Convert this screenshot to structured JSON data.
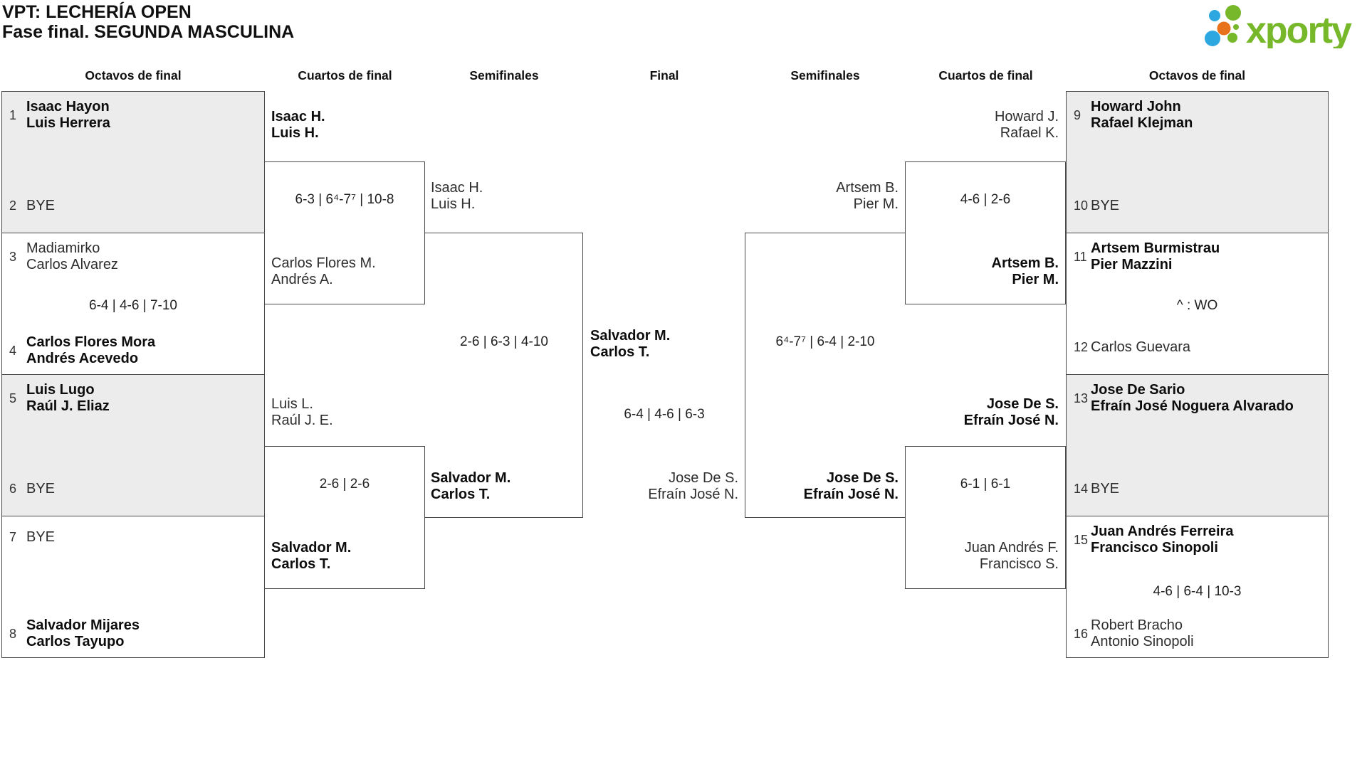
{
  "title": {
    "line1": "VPT: LECHERÍA OPEN",
    "line2": "Fase final. SEGUNDA MASCULINA"
  },
  "logo": {
    "brand": "xporty",
    "green": "#76b82a",
    "blue": "#2da7df",
    "orange": "#e8721c"
  },
  "round_headers": {
    "octavos_left": "Octavos de final",
    "cuartos_left": "Cuartos de final",
    "semi_left": "Semifinales",
    "final": "Final",
    "semi_right": "Semifinales",
    "cuartos_right": "Cuartos de final",
    "octavos_right": "Octavos de final"
  },
  "bracket": {
    "octavos_left": [
      {
        "top_seed": "1",
        "top_lines": [
          "Isaac Hayon",
          "Luis Herrera"
        ],
        "bottom_seed": "2",
        "bottom_lines": [
          "BYE"
        ],
        "score": null
      },
      {
        "top_seed": "3",
        "top_lines": [
          "Madiamirko",
          "Carlos Alvarez"
        ],
        "bottom_seed": "4",
        "bottom_lines": [
          "Carlos Flores Mora",
          "Andrés Acevedo"
        ],
        "score": "6-4 | 4-6 | 7-10"
      },
      {
        "top_seed": "5",
        "top_lines": [
          "Luis Lugo",
          "Raúl J. Eliaz"
        ],
        "bottom_seed": "6",
        "bottom_lines": [
          "BYE"
        ],
        "score": null
      },
      {
        "top_seed": "7",
        "top_lines": [
          "BYE"
        ],
        "bottom_seed": "8",
        "bottom_lines": [
          "Salvador Mijares",
          "Carlos Tayupo"
        ],
        "score": null
      }
    ],
    "octavos_right": [
      {
        "top_seed": "9",
        "top_lines": [
          "Howard John",
          "Rafael Klejman"
        ],
        "bottom_seed": "10",
        "bottom_lines": [
          "BYE"
        ],
        "score": null
      },
      {
        "top_seed": "11",
        "top_lines": [
          "Artsem Burmistrau",
          "Pier Mazzini"
        ],
        "bottom_seed": "12",
        "bottom_lines": [
          "Carlos Guevara"
        ],
        "score": "^ : WO"
      },
      {
        "top_seed": "13",
        "top_lines": [
          "Jose De Sario",
          "Efraín José Noguera Alvarado"
        ],
        "bottom_seed": "14",
        "bottom_lines": [
          "BYE"
        ],
        "score": null
      },
      {
        "top_seed": "15",
        "top_lines": [
          "Juan Andrés Ferreira",
          "Francisco Sinopoli"
        ],
        "bottom_seed": "16",
        "bottom_lines": [
          "Robert Bracho",
          "Antonio Sinopoli"
        ],
        "score": "4-6 | 6-4 | 10-3"
      }
    ],
    "cuartos_left": [
      {
        "top": [
          "Isaac H.",
          "Luis H."
        ],
        "score": "6-3 | 6⁴-7⁷ | 10-8",
        "bottom": [
          "Carlos Flores M.",
          "Andrés A."
        ]
      },
      {
        "top": [
          "Luis L.",
          "Raúl J. E."
        ],
        "score": "2-6 | 2-6",
        "bottom": [
          "Salvador M.",
          "Carlos T."
        ]
      }
    ],
    "cuartos_right": [
      {
        "top": [
          "Howard J.",
          "Rafael K."
        ],
        "score": "4-6 | 2-6",
        "bottom": [
          "Artsem B.",
          "Pier M."
        ]
      },
      {
        "top": [
          "Jose De S.",
          "Efraín José N."
        ],
        "score": "6-1 | 6-1",
        "bottom": [
          "Juan Andrés F.",
          "Francisco S."
        ]
      }
    ],
    "semi_left": {
      "top": [
        "Isaac H.",
        "Luis H."
      ],
      "score": "2-6 | 6-3 | 4-10",
      "bottom": [
        "Salvador M.",
        "Carlos T."
      ]
    },
    "semi_right": {
      "top": [
        "Artsem B.",
        "Pier M."
      ],
      "score": "6⁴-7⁷ | 6-4 | 2-10",
      "bottom": [
        "Jose De S.",
        "Efraín José N."
      ]
    },
    "final": {
      "left": [
        "Salvador M.",
        "Carlos T."
      ],
      "score": "6-4 | 4-6 | 6-3",
      "right": [
        "Jose De S.",
        "Efraín José N."
      ]
    }
  }
}
